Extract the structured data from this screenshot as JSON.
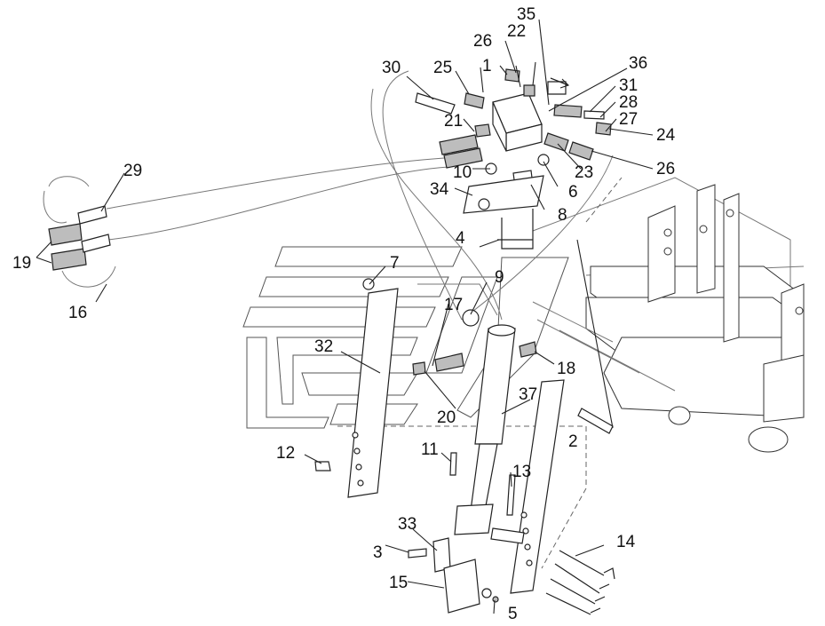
{
  "figure": {
    "callouts": [
      {
        "num": "1"
      },
      {
        "num": "2"
      },
      {
        "num": "3"
      },
      {
        "num": "4"
      },
      {
        "num": "5"
      },
      {
        "num": "6"
      },
      {
        "num": "7"
      },
      {
        "num": "8"
      },
      {
        "num": "9"
      },
      {
        "num": "10"
      },
      {
        "num": "11"
      },
      {
        "num": "12"
      },
      {
        "num": "13"
      },
      {
        "num": "14"
      },
      {
        "num": "15"
      },
      {
        "num": "16"
      },
      {
        "num": "17"
      },
      {
        "num": "18"
      },
      {
        "num": "19"
      },
      {
        "num": "20"
      },
      {
        "num": "21"
      },
      {
        "num": "22"
      },
      {
        "num": "23"
      },
      {
        "num": "24"
      },
      {
        "num": "25"
      },
      {
        "num": "26"
      },
      {
        "num": "26"
      },
      {
        "num": "27"
      },
      {
        "num": "28"
      },
      {
        "num": "29"
      },
      {
        "num": "30"
      },
      {
        "num": "31"
      },
      {
        "num": "32"
      },
      {
        "num": "33"
      },
      {
        "num": "34"
      },
      {
        "num": "35"
      },
      {
        "num": "36"
      },
      {
        "num": "37"
      }
    ]
  }
}
